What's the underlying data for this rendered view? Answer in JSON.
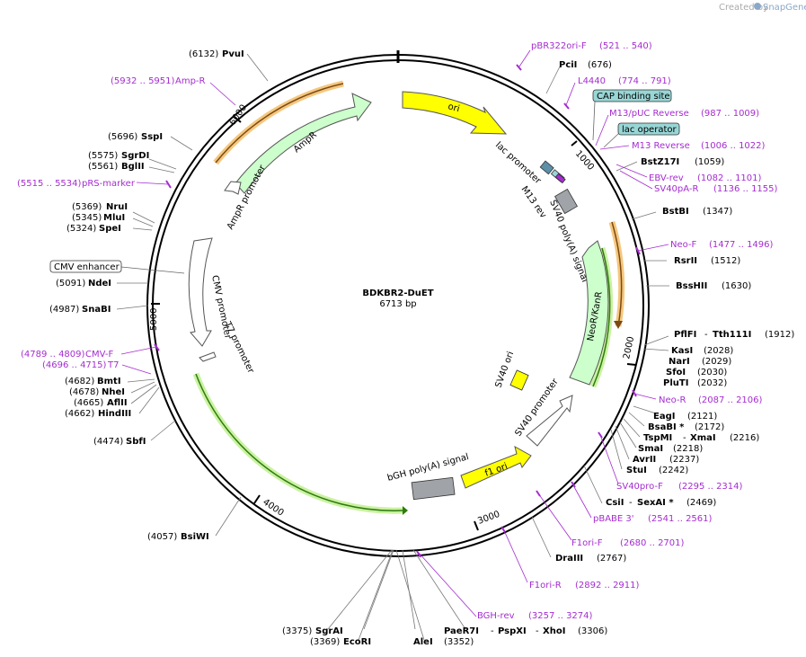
{
  "title": "BDKBR2-DuET",
  "length_label": "6713 bp",
  "credit": {
    "prefix": "Created by",
    "brand": "SnapGene"
  },
  "colors": {
    "primer": "#a52cd0",
    "ori": "#ffff00",
    "cds": "#ccffcc",
    "promoter": "#ffffff",
    "terminator": "#a0a4a8",
    "regulatory": "#99d6d6",
    "highlight_orange": "#f5c77e",
    "highlight_green": "#c9f2a0"
  },
  "ticks": [
    "1000",
    "2000",
    "3000",
    "4000",
    "5000",
    "6000"
  ],
  "features": [
    {
      "name": "ori",
      "type": "ori"
    },
    {
      "name": "AmpR",
      "type": "cds"
    },
    {
      "name": "AmpR promoter",
      "type": "promoter"
    },
    {
      "name": "lac promoter",
      "type": "promoter"
    },
    {
      "name": "M13 rev",
      "type": "label"
    },
    {
      "name": "SV40 poly(A) signal",
      "type": "terminator"
    },
    {
      "name": "NeoR/KanR",
      "type": "cds"
    },
    {
      "name": "SV40 ori",
      "type": "ori"
    },
    {
      "name": "SV40 promoter",
      "type": "promoter"
    },
    {
      "name": "f1 ori",
      "type": "ori"
    },
    {
      "name": "bGH poly(A) signal",
      "type": "terminator"
    },
    {
      "name": "CMV promoter",
      "type": "promoter"
    },
    {
      "name": "T7 promoter",
      "type": "promoter"
    }
  ],
  "boxed_labels": [
    {
      "name": "CAP binding site",
      "style": "teal"
    },
    {
      "name": "lac operator",
      "style": "teal"
    },
    {
      "name": "CMV enhancer",
      "style": "white"
    }
  ],
  "enzymes": [
    {
      "name": "PvuI",
      "pos": "(6132)"
    },
    {
      "name": "PciI",
      "pos": "(676)"
    },
    {
      "name": "SspI",
      "pos": "(5696)"
    },
    {
      "name": "SgrDI",
      "pos": "(5575)"
    },
    {
      "name": "BglII",
      "pos": "(5561)"
    },
    {
      "name": "BstZ17I",
      "pos": "(1059)"
    },
    {
      "name": "BstBI",
      "pos": "(1347)"
    },
    {
      "name": "NruI",
      "pos": "(5369)"
    },
    {
      "name": "MluI",
      "pos": "(5345)"
    },
    {
      "name": "SpeI",
      "pos": "(5324)"
    },
    {
      "name": "RsrII",
      "pos": "(1512)"
    },
    {
      "name": "BssHII",
      "pos": "(1630)"
    },
    {
      "name": "NdeI",
      "pos": "(5091)"
    },
    {
      "name": "SnaBI",
      "pos": "(4987)"
    },
    {
      "name": "PflFI",
      "pos": ""
    },
    {
      "name": "Tth111I",
      "pos": "(1912)"
    },
    {
      "name": "KasI",
      "pos": "(2028)"
    },
    {
      "name": "NarI",
      "pos": "(2029)"
    },
    {
      "name": "SfoI",
      "pos": "(2030)"
    },
    {
      "name": "PluTI",
      "pos": "(2032)"
    },
    {
      "name": "BmtI",
      "pos": "(4682)"
    },
    {
      "name": "NheI",
      "pos": "(4678)"
    },
    {
      "name": "AflII",
      "pos": "(4665)"
    },
    {
      "name": "HindIII",
      "pos": "(4662)"
    },
    {
      "name": "EagI",
      "pos": "(2121)"
    },
    {
      "name": "BsaBI *",
      "pos": "(2172)"
    },
    {
      "name": "TspMI",
      "pos": ""
    },
    {
      "name": "XmaI",
      "pos": "(2216)"
    },
    {
      "name": "SmaI",
      "pos": "(2218)"
    },
    {
      "name": "AvrII",
      "pos": "(2237)"
    },
    {
      "name": "StuI",
      "pos": "(2242)"
    },
    {
      "name": "SbfI",
      "pos": "(4474)"
    },
    {
      "name": "CsiI",
      "pos": ""
    },
    {
      "name": "SexAI *",
      "pos": "(2469)"
    },
    {
      "name": "DraIII",
      "pos": "(2767)"
    },
    {
      "name": "BsiWI",
      "pos": "(4057)"
    },
    {
      "name": "SgrAI",
      "pos": "(3375)"
    },
    {
      "name": "EcoRI",
      "pos": "(3369)"
    },
    {
      "name": "AleI",
      "pos": "(3352)"
    },
    {
      "name": "PaeR7I",
      "pos": ""
    },
    {
      "name": "PspXI",
      "pos": ""
    },
    {
      "name": "XhoI",
      "pos": "(3306)"
    }
  ],
  "primers": [
    {
      "name": "pBR322ori-F",
      "pos": "(521 .. 540)"
    },
    {
      "name": "Amp-R",
      "pos": "(5932 .. 5951)"
    },
    {
      "name": "L4440",
      "pos": "(774 .. 791)"
    },
    {
      "name": "M13/pUC Reverse",
      "pos": "(987 .. 1009)"
    },
    {
      "name": "M13 Reverse",
      "pos": "(1006 .. 1022)"
    },
    {
      "name": "pRS-marker",
      "pos": "(5515 .. 5534)"
    },
    {
      "name": "EBV-rev",
      "pos": "(1082 .. 1101)"
    },
    {
      "name": "SV40pA-R",
      "pos": "(1136 .. 1155)"
    },
    {
      "name": "Neo-F",
      "pos": "(1477 .. 1496)"
    },
    {
      "name": "CMV-F",
      "pos": "(4789 .. 4809)"
    },
    {
      "name": "T7",
      "pos": "(4696 .. 4715)"
    },
    {
      "name": "Neo-R",
      "pos": "(2087 .. 2106)"
    },
    {
      "name": "SV40pro-F",
      "pos": "(2295 .. 2314)"
    },
    {
      "name": "pBABE 3'",
      "pos": "(2541 .. 2561)"
    },
    {
      "name": "F1ori-F",
      "pos": "(2680 .. 2701)"
    },
    {
      "name": "F1ori-R",
      "pos": "(2892 .. 2911)"
    },
    {
      "name": "BGH-rev",
      "pos": "(3257 .. 3274)"
    }
  ]
}
